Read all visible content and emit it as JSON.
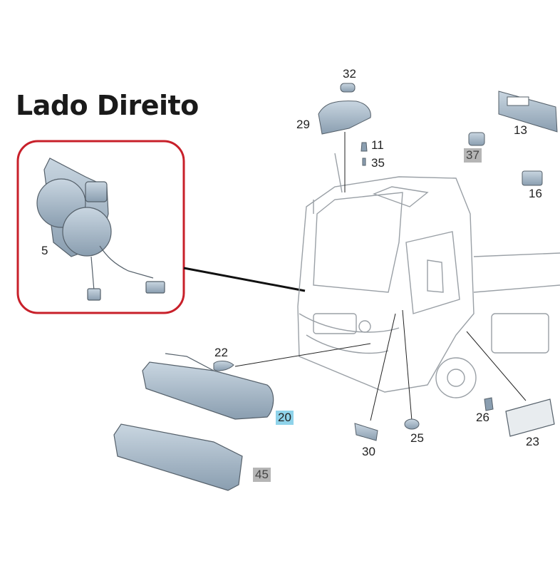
{
  "title": "Lado Direito",
  "colors": {
    "callout_border": "#c8202a",
    "part_fill": "#a9bccc",
    "part_stroke": "#55606a",
    "truck_line": "#9aa0a6",
    "highlight_blue": "#8fd3ea",
    "highlight_grey": "#b5b5b5"
  },
  "parts": [
    {
      "number": "5"
    },
    {
      "number": "32"
    },
    {
      "number": "29"
    },
    {
      "number": "11"
    },
    {
      "number": "35"
    },
    {
      "number": "13"
    },
    {
      "number": "37"
    },
    {
      "number": "16"
    },
    {
      "number": "22"
    },
    {
      "number": "20"
    },
    {
      "number": "45"
    },
    {
      "number": "30"
    },
    {
      "number": "25"
    },
    {
      "number": "26"
    },
    {
      "number": "23"
    }
  ]
}
